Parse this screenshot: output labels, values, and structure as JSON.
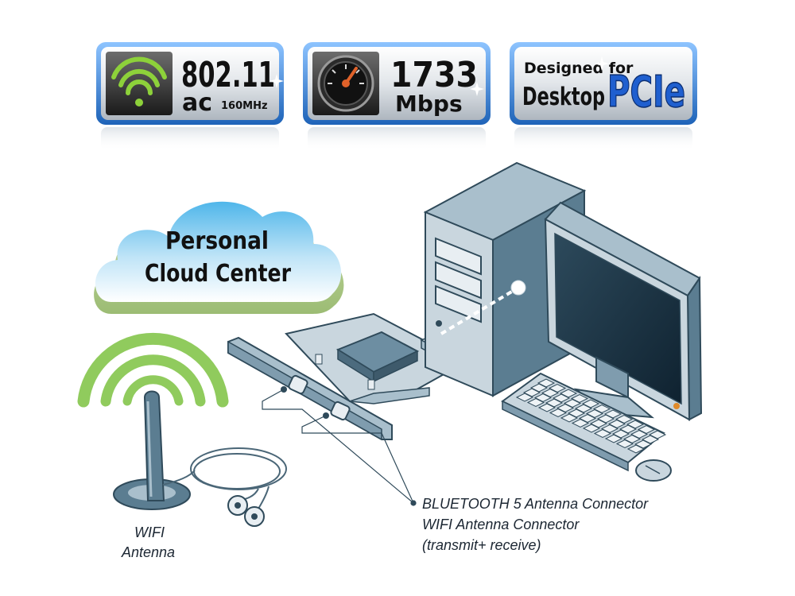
{
  "badges": {
    "wifi": {
      "line1": "802.11",
      "line2_big": "ac",
      "line2_small": "160MHz",
      "icon": "wifi-icon"
    },
    "speed": {
      "line1": "1733",
      "line2": "Mbps",
      "icon": "speedometer-icon"
    },
    "pcie": {
      "line1": "Designed for",
      "line2": "Desktop",
      "logo": "PCIe"
    }
  },
  "cloud": {
    "line1": "Personal",
    "line2": "Cloud Center"
  },
  "labels": {
    "antenna_line1": "WIFI",
    "antenna_line2": "Antenna",
    "connector_line1": "BLUETOOTH 5 Antenna Connector",
    "connector_line2": "WIFI Antenna Connector",
    "connector_line3": "(transmit+ receive)"
  },
  "colors": {
    "badge_border": "#2b7ed6",
    "pc_dark": "#5b7d91",
    "pc_light": "#a9bfcc",
    "wifi_green": "#7cc241",
    "pcie_blue": "#1f5fcf"
  }
}
